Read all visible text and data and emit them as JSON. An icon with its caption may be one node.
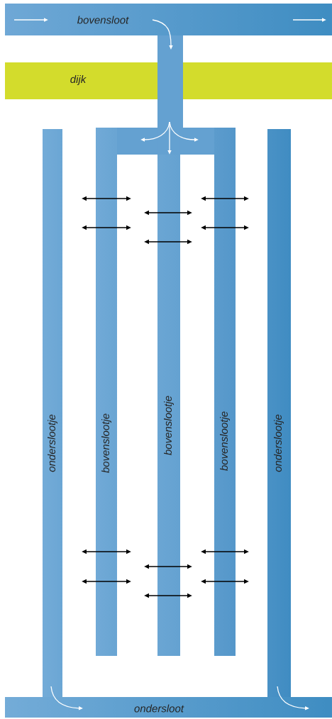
{
  "diagram": {
    "nodes": [
      {
        "text": [
          "bovensloot"
        ]
      },
      {
        "text": [
          "dijk"
        ]
      },
      {
        "text": [
          "onderslootje"
        ]
      },
      {
        "text": [
          "bovenslootje"
        ]
      },
      {
        "text": [
          "bovenslootje"
        ]
      },
      {
        "text": [
          "bovenslootje"
        ]
      },
      {
        "text": [
          "onderslootje"
        ]
      },
      {
        "text": [
          "ondersloot"
        ]
      }
    ]
  }
}
